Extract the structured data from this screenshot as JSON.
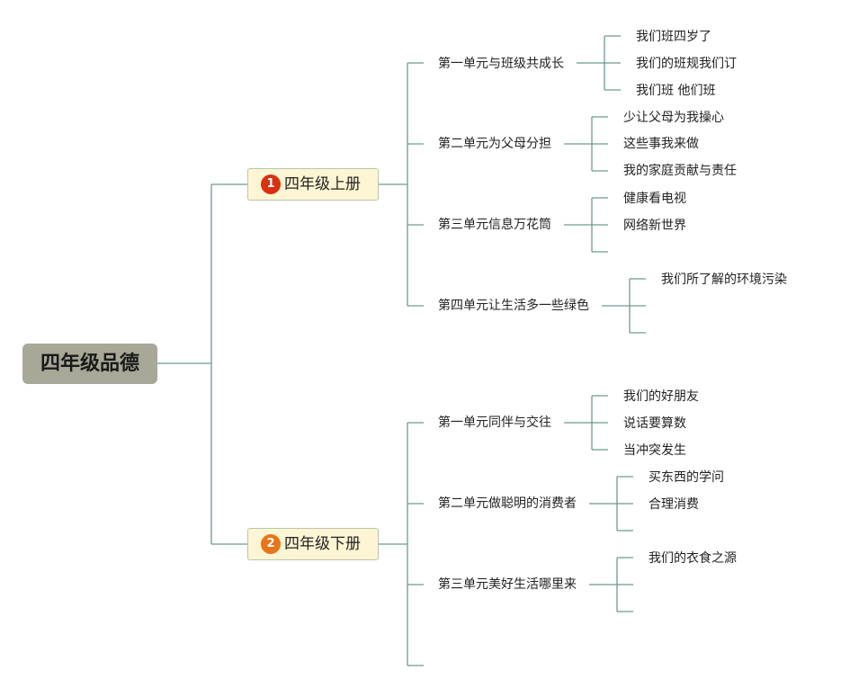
{
  "root": {
    "label": "四年级品德"
  },
  "branches": [
    {
      "label": "四年级上册",
      "badge": "1",
      "badge_color": "#d9310f",
      "units": [
        {
          "label": "第一单元与班级共成长",
          "leaves": [
            "我们班四岁了",
            "我们的班规我们订",
            "我们班 他们班"
          ]
        },
        {
          "label": "第二单元为父母分担",
          "leaves": [
            "少让父母为我操心",
            "这些事我来做",
            "我的家庭贡献与责任"
          ]
        },
        {
          "label": "第三单元信息万花筒",
          "leaves": [
            "健康看电视",
            "网络新世界",
            ""
          ]
        },
        {
          "label": "第四单元让生活多一些绿色",
          "leaves": [
            "我们所了解的环境污染",
            "",
            ""
          ]
        }
      ]
    },
    {
      "label": "四年级下册",
      "badge": "2",
      "badge_color": "#e8751a",
      "units": [
        {
          "label": "第一单元同伴与交往",
          "leaves": [
            "我们的好朋友",
            "说话要算数",
            "当冲突发生"
          ]
        },
        {
          "label": "第二单元做聪明的消费者",
          "leaves": [
            "买东西的学问",
            "合理消费",
            ""
          ]
        },
        {
          "label": "第三单元美好生活哪里来",
          "leaves": [
            "我们的衣食之源",
            "",
            ""
          ]
        },
        {
          "label": "",
          "leaves": []
        }
      ]
    }
  ],
  "colors": {
    "line": "#6e9a8a",
    "root_fill": "#a8a898",
    "branch_fill": "#fdf5d3"
  }
}
